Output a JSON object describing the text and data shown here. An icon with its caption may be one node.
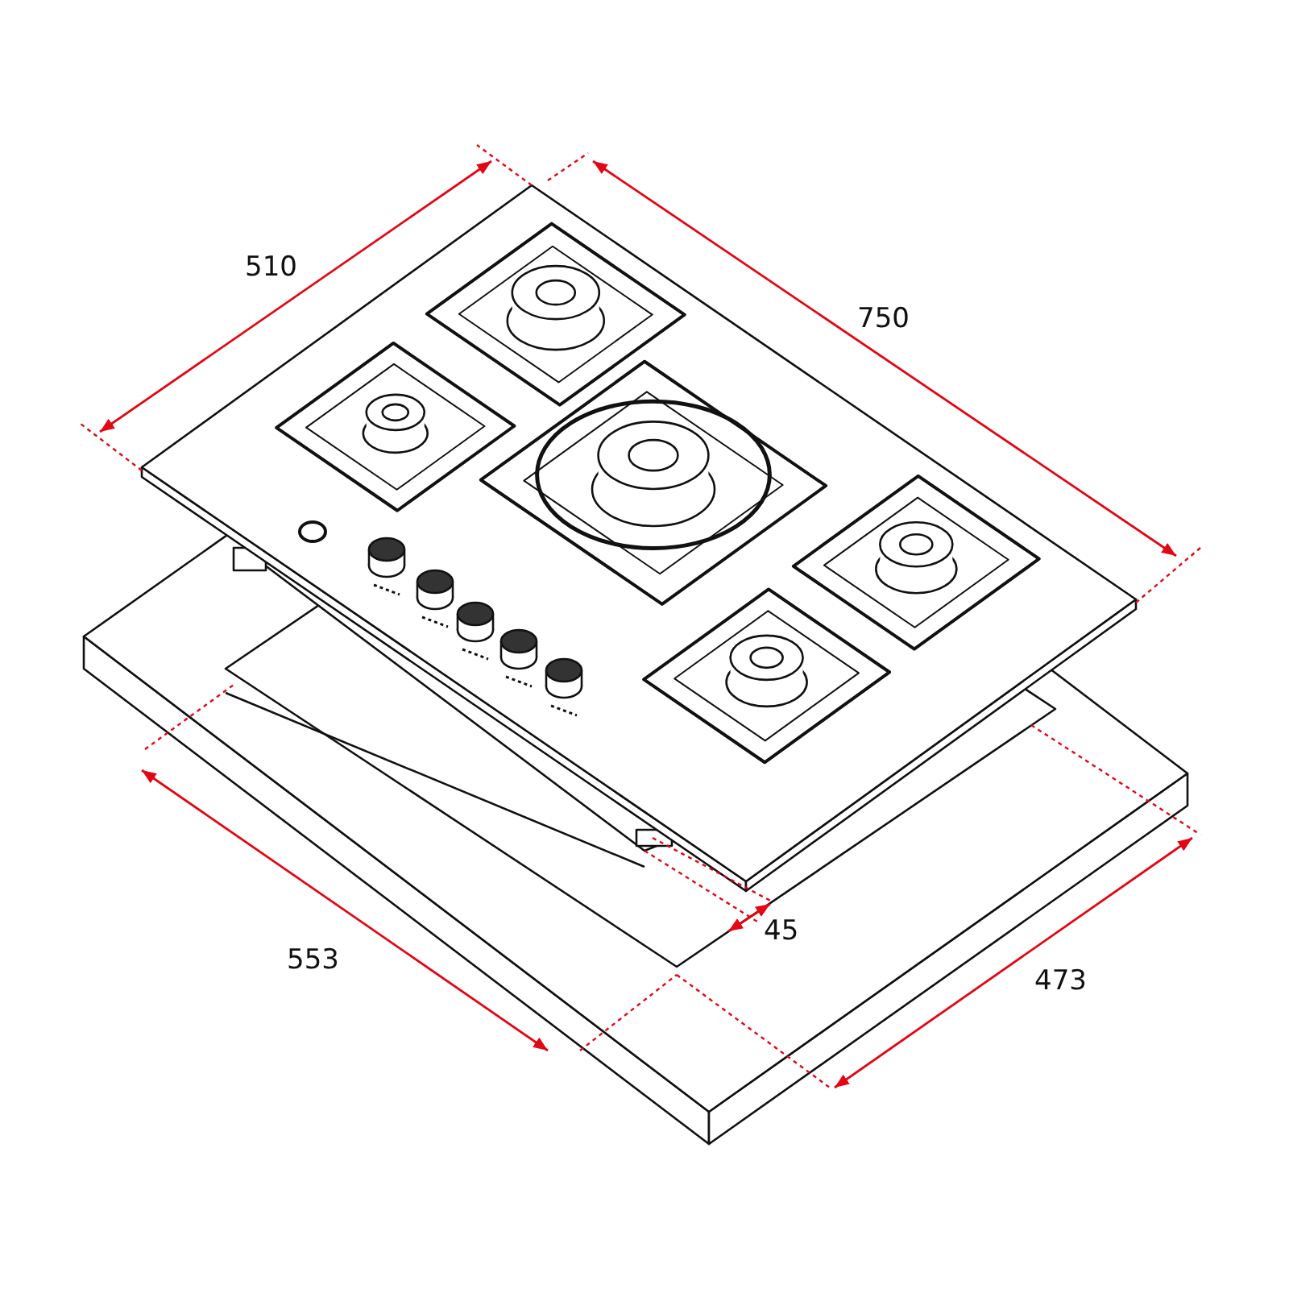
{
  "diagram": {
    "labels": [
      "510",
      "750",
      "45",
      "553",
      "473"
    ]
  }
}
